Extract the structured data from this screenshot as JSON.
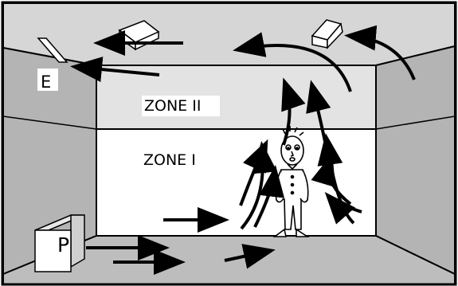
{
  "labels": {
    "exhaust": "E",
    "supply": "P",
    "zone_two": "ZONE II",
    "zone_one": "ZONE I"
  },
  "colors": {
    "ceiling": "#d6d6d6",
    "walls": "#b4b4b4",
    "floor": "#bdbdbd",
    "zone_two_band": "#e3e3e3",
    "zone_one_band": "#ffffff",
    "outline": "#000000"
  }
}
